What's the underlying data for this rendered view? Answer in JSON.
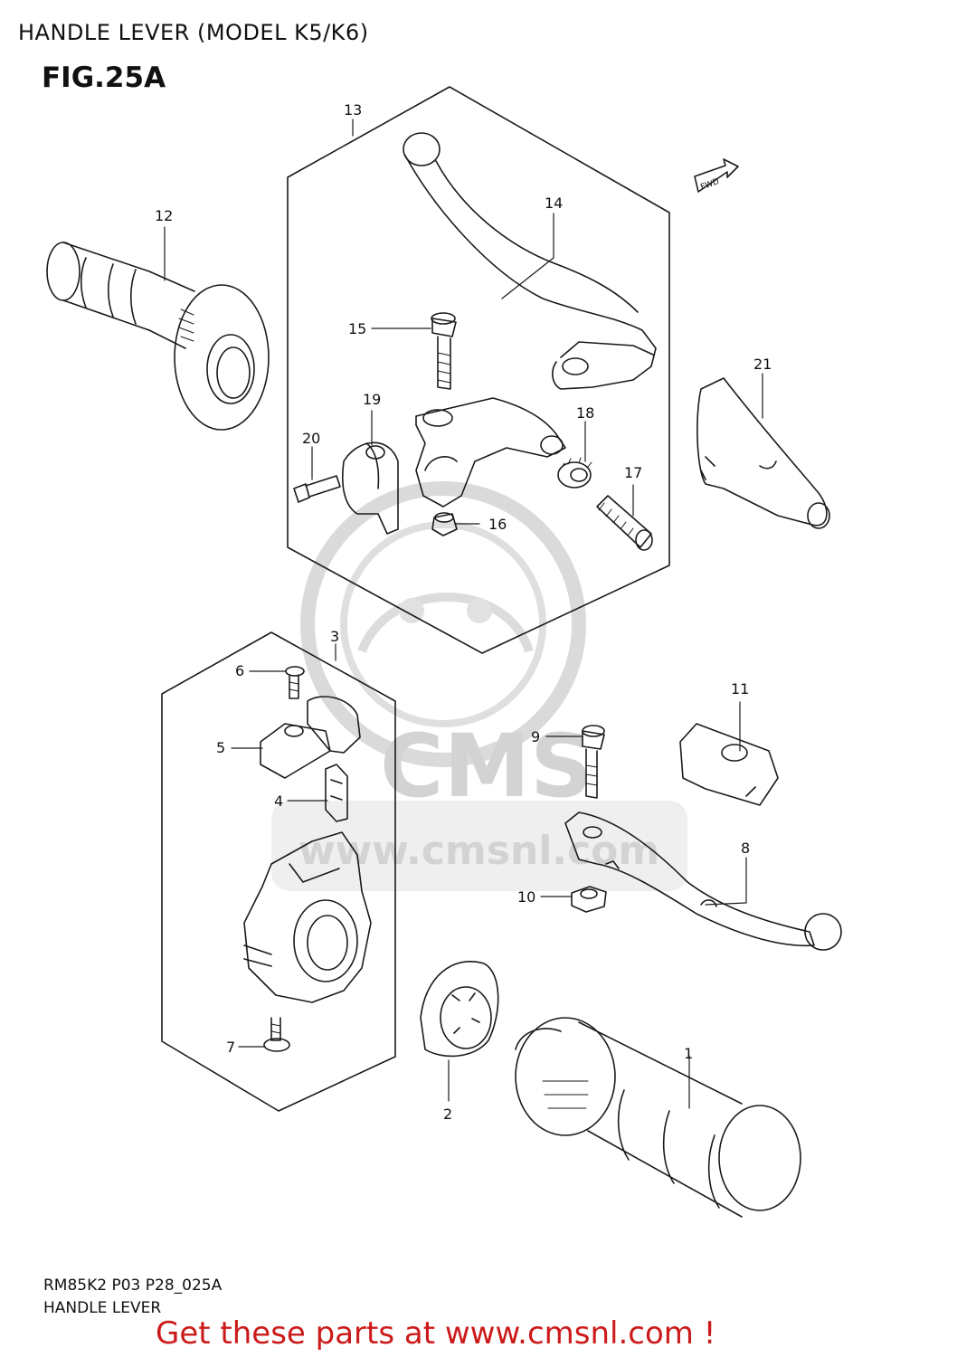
{
  "header": {
    "title": "HANDLE LEVER (MODEL K5/K6)",
    "figure": "FIG.25A"
  },
  "diagram": {
    "direction_marker": "FWD",
    "watermark": {
      "brand": "CMS",
      "url": "www.cmsnl.com"
    },
    "callouts": [
      "1",
      "2",
      "3",
      "4",
      "5",
      "6",
      "7",
      "8",
      "9",
      "10",
      "11",
      "12",
      "13",
      "14",
      "15",
      "16",
      "17",
      "18",
      "19",
      "20",
      "21"
    ]
  },
  "footer": {
    "drawing_code": "RM85K2 P03 P28_025A",
    "drawing_label": "HANDLE LEVER",
    "link_text": "Get these parts at www.cmsnl.com !"
  },
  "colors": {
    "line": "#1a1a1a",
    "link": "#cc1a1a",
    "watermark": "#cfcfcf"
  }
}
